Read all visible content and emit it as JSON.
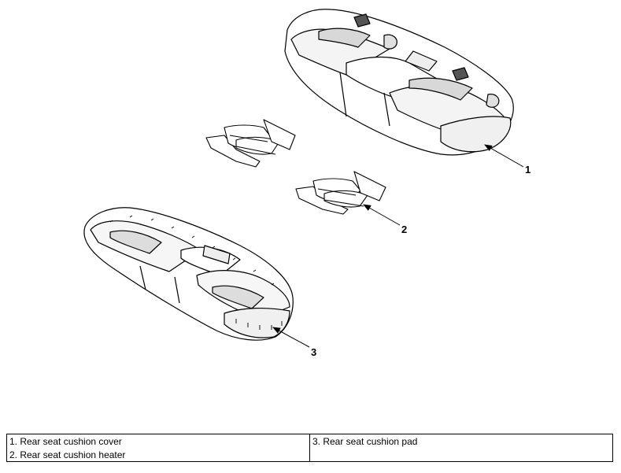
{
  "callouts": {
    "c1": "1",
    "c2": "2",
    "c3": "3"
  },
  "legend": {
    "row1_left": "1. Rear seat cushion cover",
    "row1_right": "3. Rear seat cushion pad",
    "row2_left": "2. Rear seat cushion heater",
    "row2_right": ""
  }
}
